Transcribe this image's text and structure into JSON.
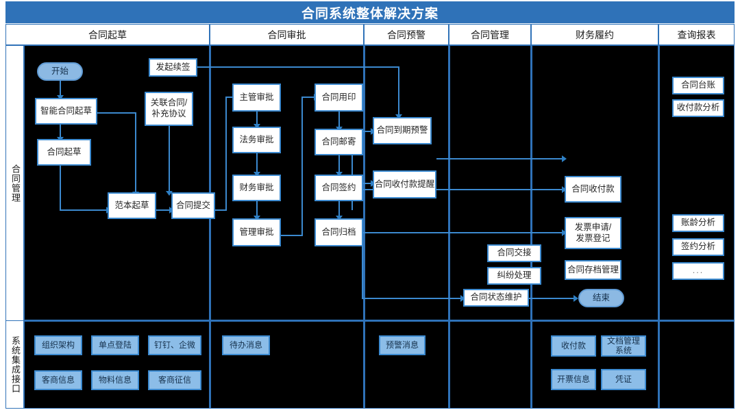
{
  "header": {
    "title": "合同系统整体解决方案",
    "color": "#2f72b8"
  },
  "columns": [
    {
      "key": "draft",
      "label": "合同起草"
    },
    {
      "key": "approval",
      "label": "合同审批"
    },
    {
      "key": "alert",
      "label": "合同预警"
    },
    {
      "key": "manage",
      "label": "合同管理"
    },
    {
      "key": "finance",
      "label": "财务履约"
    },
    {
      "key": "report",
      "label": "查询报表"
    }
  ],
  "rows": [
    {
      "key": "contract-management",
      "label": "合同管理"
    },
    {
      "key": "system-integration",
      "label": "系统集成接口"
    }
  ],
  "nodes": {
    "start": "开始",
    "smart_draft": "智能合同起草",
    "contract_draft": "合同起草",
    "template_draft": "范本起草",
    "renew_initiate": "发起续签",
    "related_contract": "关联合同/\n补充协议",
    "contract_submit": "合同提交",
    "approve_manager": "主管审批",
    "approve_legal": "法务审批",
    "approve_finance": "财务审批",
    "approve_admin": "管理审批",
    "contract_seal": "合同用印",
    "contract_mail": "合同邮寄",
    "contract_sign": "合同签约",
    "contract_archive": "合同归档",
    "expiry_alert": "合同到期预警",
    "payment_reminder": "合同收付款提醒",
    "contract_handover": "合同交接",
    "dispute_handling": "纠纷处理",
    "status_maintain": "合同状态维护",
    "payment": "合同收付款",
    "invoice": "发票申请/\n发票登记",
    "archive_manage": "合同存档管理",
    "end": "结束",
    "ledger": "合同台账",
    "payment_analysis": "收付款分析",
    "aging_analysis": "账龄分析",
    "signing_analysis": "签约分析",
    "more": "..."
  },
  "integration": {
    "org_structure": "组织架构",
    "sso": "单点登陆",
    "dingtalk_wecom": "钉钉、企微",
    "vendor_info": "客商信息",
    "material_info": "物料信息",
    "vendor_credit": "客商征信",
    "todo_message": "待办消息",
    "alert_message": "预警消息",
    "receipt_payment": "收付款",
    "doc_system": "文档管理\n系统",
    "invoice_info": "开票信息",
    "voucher": "凭证"
  },
  "colors": {
    "header_blue": "#2f72b8",
    "line_blue": "#3c8ad0",
    "node_fill": "#ffffff",
    "node_border": "#3c8ad0",
    "pill_fill": "#8cb9e3",
    "integration_fill": "#8cbde8",
    "canvas_bg": "#000000"
  }
}
